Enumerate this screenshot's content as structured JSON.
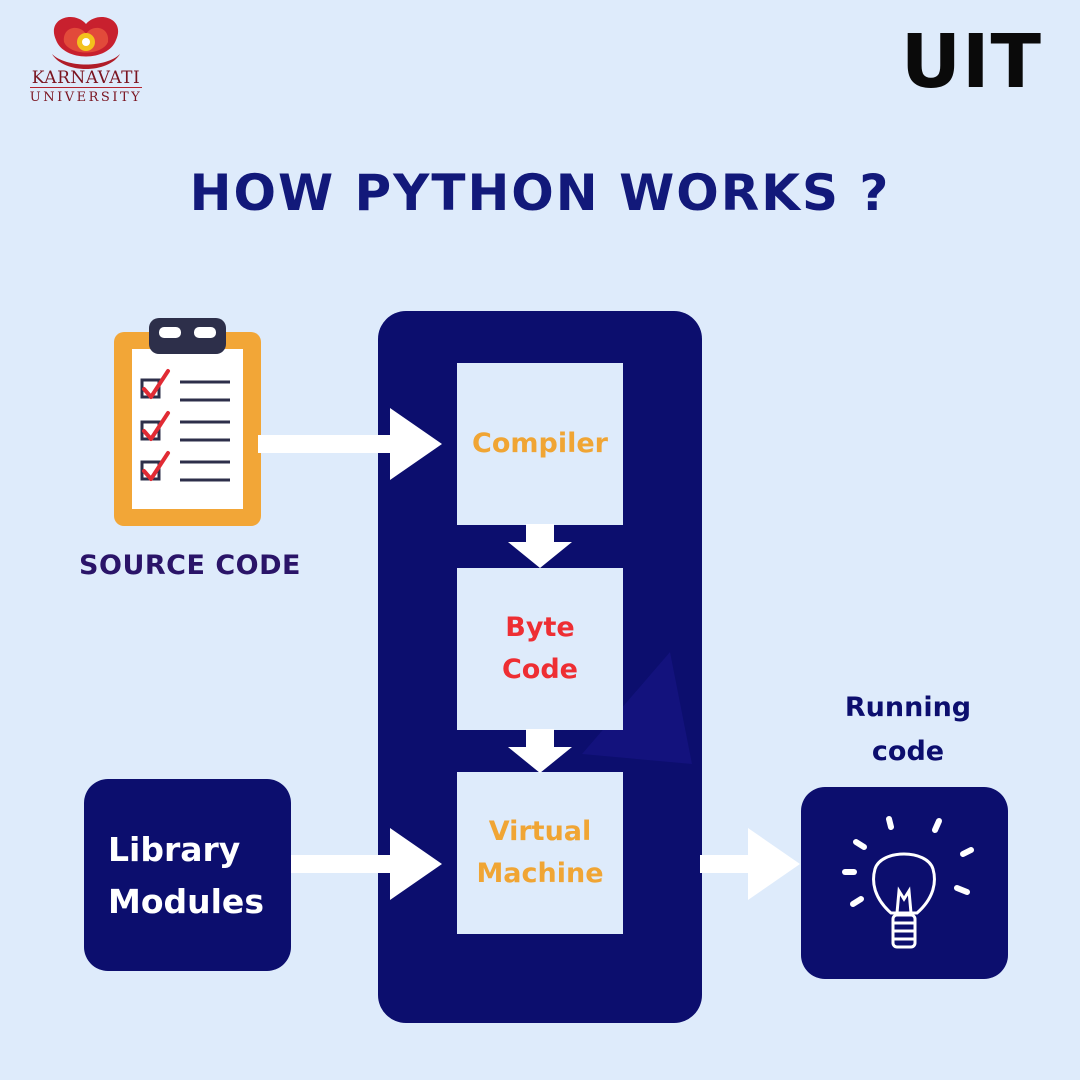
{
  "logo": {
    "name": "KARNAVATI",
    "sub": "UNIVERSITY",
    "colors": {
      "petal": "#c8202e",
      "center": "#f3c21c"
    }
  },
  "brand": "UIT",
  "title": "HOW PYTHON WORKS ?",
  "source": {
    "icon": "clipboard-checklist-icon",
    "label": "SOURCE CODE"
  },
  "pipeline": {
    "compiler": "Compiler",
    "bytecode": [
      "Byte",
      "Code"
    ],
    "vm": [
      "Virtual",
      "Machine"
    ]
  },
  "library": [
    "Library",
    "Modules"
  ],
  "running": {
    "label": [
      "Running",
      "code"
    ],
    "icon": "lightbulb-icon"
  },
  "colors": {
    "background": "#deebfb",
    "navy": "#0c0e6e",
    "orange": "#f0a534",
    "red": "#ee2e33",
    "title": "#12197a"
  }
}
